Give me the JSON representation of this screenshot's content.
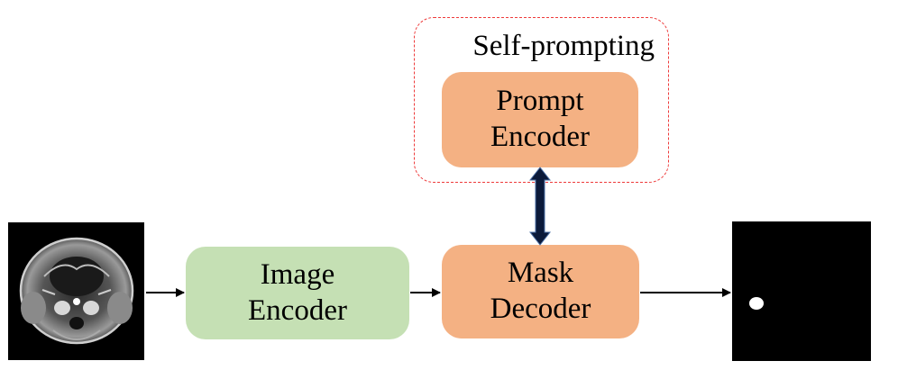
{
  "diagram": {
    "group_title": "Self-prompting",
    "nodes": {
      "prompt_encoder": {
        "line1": "Prompt",
        "line2": "Encoder",
        "color": "#f4b183"
      },
      "image_encoder": {
        "line1": "Image",
        "line2": "Encoder",
        "color": "#c5e0b4"
      },
      "mask_decoder": {
        "line1": "Mask",
        "line2": "Decoder",
        "color": "#f4b183"
      }
    },
    "edges": [
      {
        "from": "input-mri-image",
        "to": "image-encoder-box",
        "style": "arrow"
      },
      {
        "from": "image-encoder-box",
        "to": "mask-decoder-box",
        "style": "arrow"
      },
      {
        "from": "mask-decoder-box",
        "to": "output-mask-image",
        "style": "arrow"
      },
      {
        "from": "prompt-encoder-box",
        "to": "mask-decoder-box",
        "style": "double-arrow"
      }
    ],
    "group_border_color": "#ee3b3b",
    "double_arrow_color": "#0b1a3a"
  }
}
